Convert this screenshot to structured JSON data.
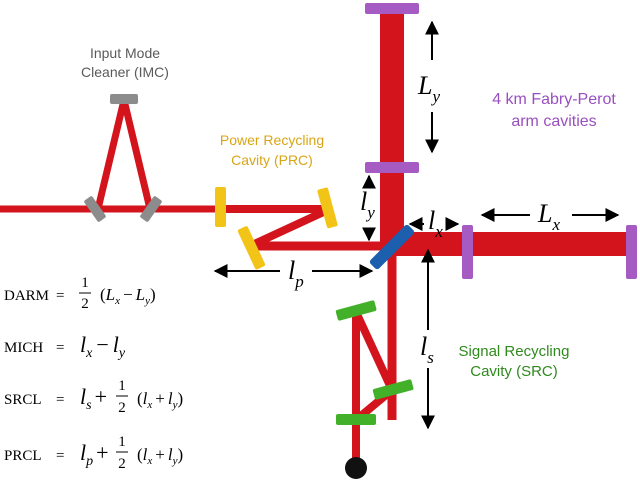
{
  "labels": {
    "imc_line1": "Input Mode",
    "imc_line2": "Cleaner (IMC)",
    "prc_line1": "Power Recycling",
    "prc_line2": "Cavity (PRC)",
    "arm_line1": "4 km Fabry-Perot",
    "arm_line2": "arm cavities",
    "src_line1": "Signal Recycling",
    "src_line2": "Cavity (SRC)"
  },
  "symbols": {
    "Ly": {
      "base": "L",
      "sub": "y"
    },
    "Lx": {
      "base": "L",
      "sub": "x"
    },
    "ly": {
      "base": "l",
      "sub": "y"
    },
    "lx": {
      "base": "l",
      "sub": "x"
    },
    "lp": {
      "base": "l",
      "sub": "p"
    },
    "ls": {
      "base": "l",
      "sub": "s"
    }
  },
  "equations": {
    "darm": {
      "lhs": "DARM",
      "eq": "=",
      "num": "1",
      "den": "2",
      "expr_pre": "(",
      "a": "L",
      "a_sub": "x",
      "op": "−",
      "b": "L",
      "b_sub": "y",
      "expr_post": ")"
    },
    "mich": {
      "lhs": "MICH",
      "eq": "=",
      "a": "l",
      "a_sub": "x",
      "op": "−",
      "b": "l",
      "b_sub": "y"
    },
    "srcl": {
      "lhs": "SRCL",
      "eq": "=",
      "a": "l",
      "a_sub": "s",
      "plus": "+",
      "num": "1",
      "den": "2",
      "pre": "(",
      "c": "l",
      "c_sub": "x",
      "op": "+",
      "d": "l",
      "d_sub": "y",
      "post": ")"
    },
    "prcl": {
      "lhs": "PRCL",
      "eq": "=",
      "a": "l",
      "a_sub": "p",
      "plus": "+",
      "num": "1",
      "den": "2",
      "pre": "(",
      "c": "l",
      "c_sub": "x",
      "op": "+",
      "d": "l",
      "d_sub": "y",
      "post": ")"
    }
  },
  "colors": {
    "beam": "#d4141c",
    "imc_mirror": "#8c8c8c",
    "prc_mirror": "#f2c418",
    "arm_mirror": "#a65bc2",
    "src_mirror": "#43b02a",
    "beamsplitter": "#1b5fae",
    "imc_text": "#5a5a5a",
    "prc_text": "#d9a514",
    "arm_text": "#9a4fc0",
    "src_text": "#2f8a1d"
  }
}
